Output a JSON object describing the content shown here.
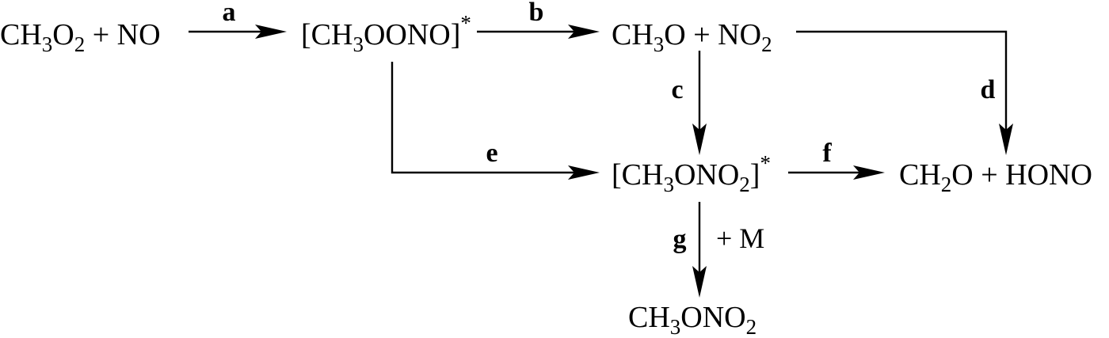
{
  "species": {
    "reactants": "CH3O2 + NO",
    "peroxynitrite_excited": "[CH3OONO]*",
    "methoxy_plus_no2": "CH3O + NO2",
    "nitrate_excited": "[CH3ONO2]*",
    "formaldehyde_plus_hono": "CH2O + HONO",
    "methyl_nitrate": "CH3ONO2"
  },
  "steps": {
    "a": "a",
    "b": "b",
    "c": "c",
    "d": "d",
    "e": "e",
    "f": "f",
    "g": "g"
  },
  "third_body": "+ M"
}
